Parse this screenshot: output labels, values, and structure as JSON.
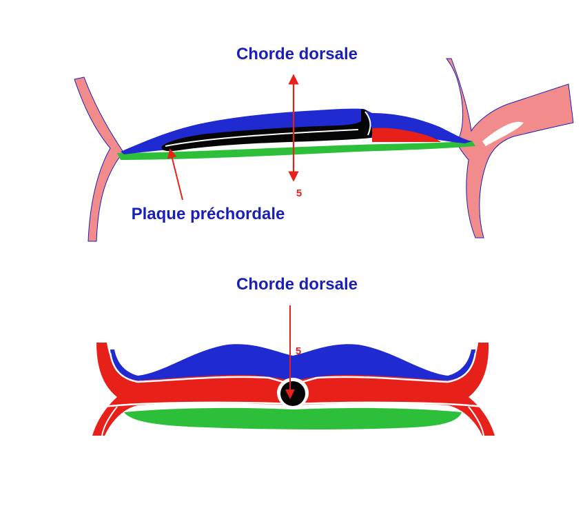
{
  "top_diagram": {
    "title": "Chorde dorsale",
    "arrow_label": "5",
    "pointer_label": "Plaque préchordale"
  },
  "bottom_diagram": {
    "title": "Chorde dorsale",
    "arrow_label": "5"
  },
  "colors": {
    "ectoderm": "#1f2bd0",
    "endoderm": "#2dbf3a",
    "mesoderm": "#e8201a",
    "notochord": "#050505",
    "amnion": "#f28c8c",
    "label_blue": "#1a1fb5",
    "label_red": "#e8201a"
  }
}
